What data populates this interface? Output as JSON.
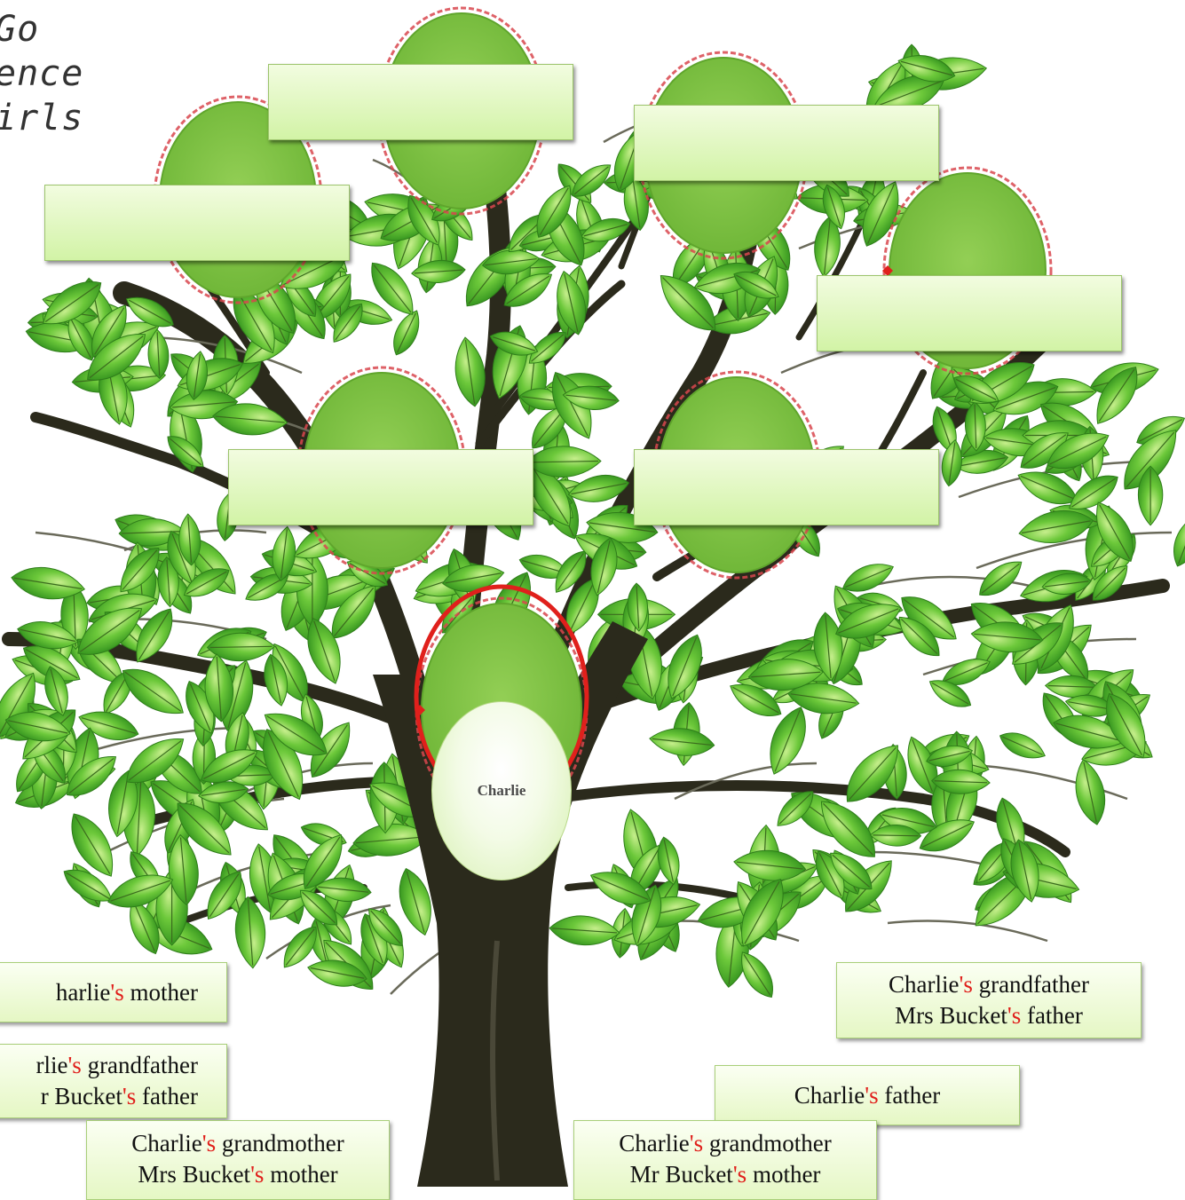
{
  "corner_text": [
    "Go",
    "ence",
    "irls"
  ],
  "center": {
    "name": "Charlie"
  },
  "name_boxes": [
    "",
    "",
    "",
    "",
    "",
    "",
    ""
  ],
  "label_cards": [
    {
      "lines": [
        [
          {
            "t": "harlie"
          },
          {
            "t": "'s",
            "red": true
          },
          {
            "t": " mother"
          }
        ]
      ]
    },
    {
      "lines": [
        [
          {
            "t": "rlie"
          },
          {
            "t": "'s",
            "red": true
          },
          {
            "t": " grandfather"
          }
        ],
        [
          {
            "t": "r Bucket"
          },
          {
            "t": "'s",
            "red": true
          },
          {
            "t": " father"
          }
        ]
      ]
    },
    {
      "lines": [
        [
          {
            "t": "Charlie"
          },
          {
            "t": "'s",
            "red": true
          },
          {
            "t": " grandmother"
          }
        ],
        [
          {
            "t": "Mrs Bucket"
          },
          {
            "t": "'s",
            "red": true
          },
          {
            "t": " mother"
          }
        ]
      ]
    },
    {
      "lines": [
        [
          {
            "t": "Charlie"
          },
          {
            "t": "'s",
            "red": true
          },
          {
            "t": " grandfather"
          }
        ],
        [
          {
            "t": "Mrs Bucket"
          },
          {
            "t": "'s",
            "red": true
          },
          {
            "t": " father"
          }
        ]
      ]
    },
    {
      "lines": [
        [
          {
            "t": "Charlie"
          },
          {
            "t": "'s",
            "red": true
          },
          {
            "t": " father"
          }
        ]
      ]
    },
    {
      "lines": [
        [
          {
            "t": "Charlie"
          },
          {
            "t": "'s",
            "red": true
          },
          {
            "t": " grandmother"
          }
        ],
        [
          {
            "t": "Mr Bucket"
          },
          {
            "t": "'s",
            "red": true
          },
          {
            "t": " mother"
          }
        ]
      ]
    }
  ],
  "colors": {
    "trunk": "#2b2a1c",
    "leaf": "#4fb52a",
    "leaf_light": "#9bd85a",
    "frame_fill": "#7dc242",
    "frame_ring": "#d8464e",
    "possessive_red": "#e0201c",
    "box_fill": "#d8f5b0"
  }
}
